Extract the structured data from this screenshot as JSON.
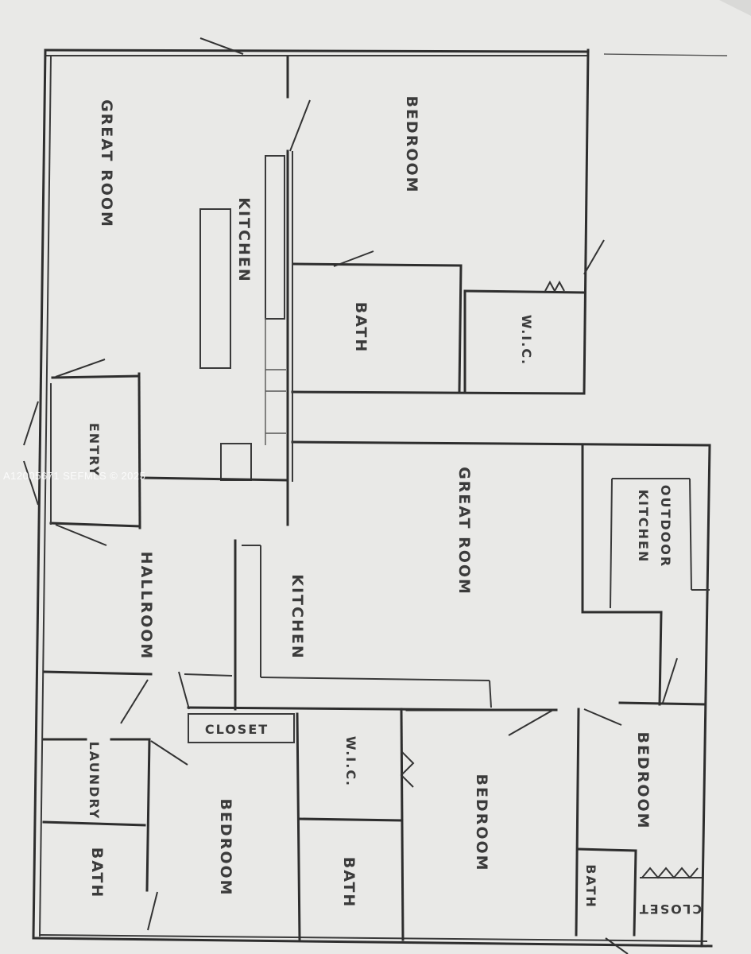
{
  "watermark": "A12005671  SEFMLS © 2025",
  "rooms": {
    "great_room_top": "GREAT ROOM",
    "bedroom_top": "BEDROOM",
    "kitchen_top": "KITCHEN",
    "bath_top": "BATH",
    "wic_top": "W.I.C.",
    "entry": "ENTRY",
    "great_room_main": "GREAT ROOM",
    "outdoor_kitchen_line1": "OUTDOOR",
    "outdoor_kitchen_line2": "KITCHEN",
    "hallroom": "HALLROOM",
    "kitchen_main": "KITCHEN",
    "closet_mid": "CLOSET",
    "wic_bottom": "W.I.C.",
    "bedroom_bottom_center": "BEDROOM",
    "bedroom_right": "BEDROOM",
    "laundry": "LAUNDRY",
    "bath_left": "BATH",
    "bedroom_bottom_left": "BEDROOM",
    "bath_bottom_mid": "BATH",
    "bath_bottom_right": "BATH",
    "closet_right": "CLOSET"
  }
}
